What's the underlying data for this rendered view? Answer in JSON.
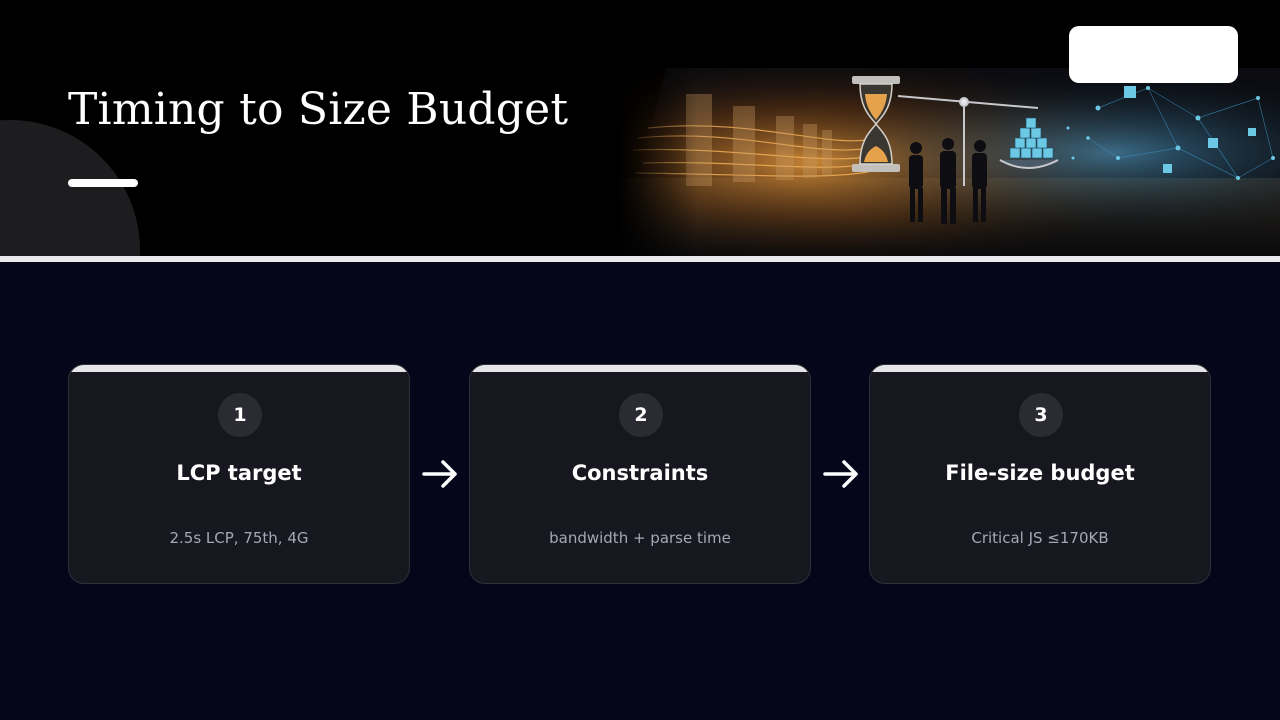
{
  "slide": {
    "title": "Timing to Size Budget"
  },
  "hero_image": {
    "icons": [
      "hourglass-icon",
      "balance-scale-icon",
      "people-silhouette-icon",
      "data-cubes-icon",
      "network-graph-icon"
    ]
  },
  "steps": [
    {
      "number": "1",
      "title": "LCP target",
      "description": "2.5s LCP, 75th, 4G"
    },
    {
      "number": "2",
      "title": "Constraints",
      "description": "bandwidth + parse time"
    },
    {
      "number": "3",
      "title": "File-size budget",
      "description": "Critical JS ≤170KB"
    }
  ],
  "connectors": [
    "arrow-right-icon",
    "arrow-right-icon"
  ],
  "colors": {
    "header_background": "#000000",
    "body_background": "#05061a",
    "card_background": "#17171f",
    "card_top_bar": "#e6e6ea",
    "number_badge": "#2b2c33",
    "title_text": "#ffffff",
    "description_text": "#a4a8b6",
    "hero_warm_glow": "#f2a140",
    "hero_cool_glow": "#5ab4e6"
  }
}
